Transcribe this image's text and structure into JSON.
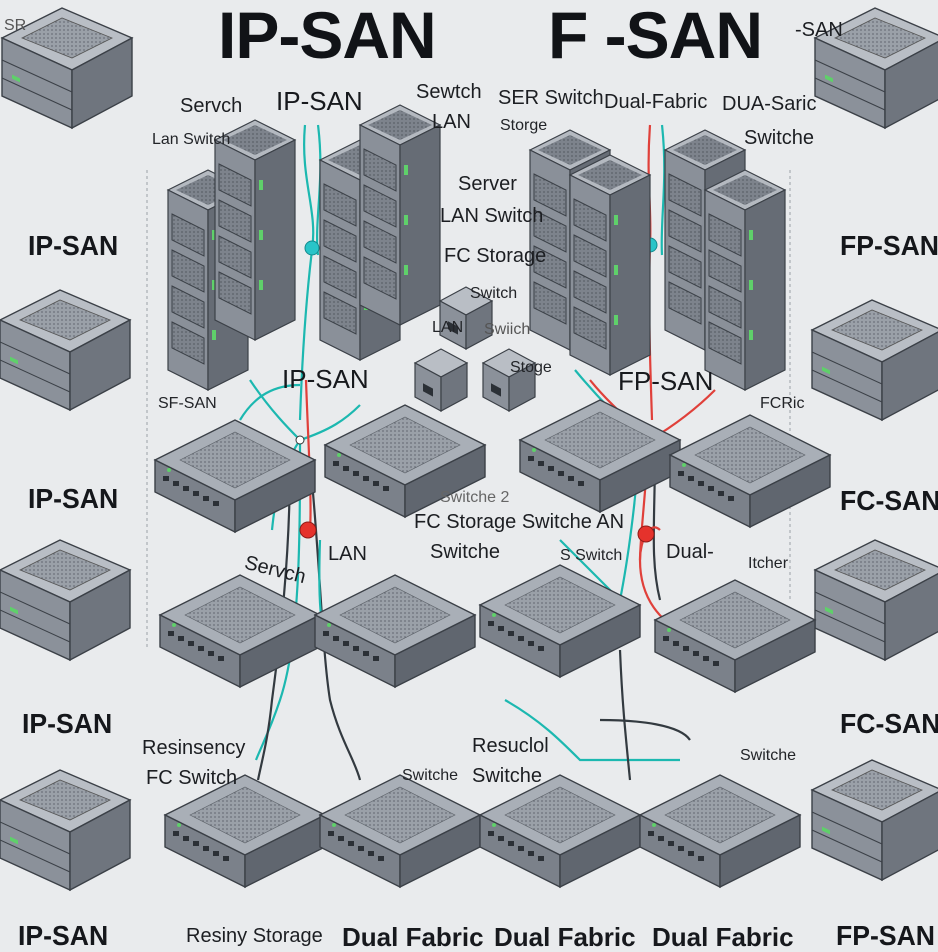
{
  "titles": {
    "left": "IP-SAN",
    "right": "F -SAN",
    "corner_right": "-SAN",
    "corner_left": "SR"
  },
  "left_column": [
    "IP-SAN",
    "IP-SAN",
    "IP-SAN",
    "IP-SAN"
  ],
  "right_column": [
    "FP-SAN",
    "FC-SAN",
    "FC-SAN",
    "FP-SAN"
  ],
  "labels": {
    "servch": "Servch",
    "lan_switch_small": "Lan Switch",
    "ip_san_center": "IP-SAN",
    "sewtch_lan_a": "Sewtch",
    "sewtch_lan_b": "LAN",
    "ser_switch": "SER Switch",
    "storge": "Storge",
    "dual_fabric": "Dual-Fabric",
    "dua_saric": "DUA-Saric",
    "switche_top": "Switche",
    "server": "Server",
    "lan_switch": "LAN Switch",
    "fc_storage": "FC Storage",
    "switch_mid": "Switch",
    "lan_mid": "LAN",
    "swiich": "Swiich",
    "ip_san_mid": "IP-SAN",
    "stoge": "Stoge",
    "fp_san_mid": "FP-SAN",
    "sf_san": "SF-SAN",
    "fcric": "FCRic",
    "switche_2": "Switche 2",
    "fc_storage_switche": "FC Storage Switche AN",
    "switche_b": "Switche",
    "s_switch": "S Switch",
    "dual_dash": "Dual-",
    "itcher": "Itcher",
    "servch_2": "Servch",
    "lan_low": "LAN",
    "resinsency": "Resinsency",
    "fc_switch": "FC Switch",
    "resucol": "Resuclol",
    "switche_low": "Switche",
    "switche_bottom": "Switche",
    "switche_right": "Switche",
    "bottom_row": [
      "IP-SAN",
      "Resiny Storage",
      "Dual Fabric",
      "Dual Fabric",
      "Dual Fabric",
      "FP-SAN"
    ]
  },
  "icons": [
    "rack-server",
    "blade-chassis",
    "network-switch",
    "storage-array",
    "fibre-cable"
  ],
  "colors": {
    "background": "#e9ebed",
    "device_face": "#8a9099",
    "device_top": "#b4b9c0",
    "cable_teal": "#1cb8b0",
    "cable_red": "#e0403a",
    "node_red": "#e5322c",
    "node_teal": "#29c4c8"
  }
}
